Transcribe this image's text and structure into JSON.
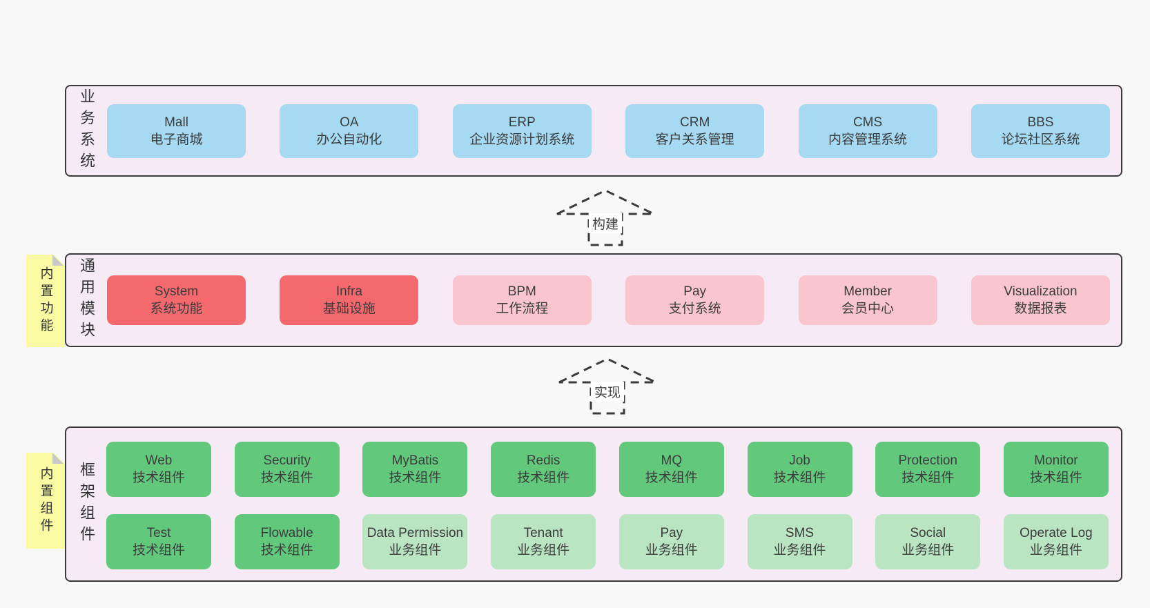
{
  "band1": {
    "label": "业务系统",
    "boxes": [
      {
        "title": "Mall",
        "subtitle": "电子商城",
        "variant": "blue"
      },
      {
        "title": "OA",
        "subtitle": "办公自动化",
        "variant": "blue"
      },
      {
        "title": "ERP",
        "subtitle": "企业资源计划系统",
        "variant": "blue"
      },
      {
        "title": "CRM",
        "subtitle": "客户关系管理",
        "variant": "blue"
      },
      {
        "title": "CMS",
        "subtitle": "内容管理系统",
        "variant": "blue"
      },
      {
        "title": "BBS",
        "subtitle": "论坛社区系统",
        "variant": "blue"
      }
    ]
  },
  "arrow1": {
    "label": "构建"
  },
  "band2": {
    "label": "通用模块",
    "sticky": "内置功能",
    "boxes": [
      {
        "title": "System",
        "subtitle": "系统功能",
        "variant": "red"
      },
      {
        "title": "Infra",
        "subtitle": "基础设施",
        "variant": "red"
      },
      {
        "title": "BPM",
        "subtitle": "工作流程",
        "variant": "pink"
      },
      {
        "title": "Pay",
        "subtitle": "支付系统",
        "variant": "pink"
      },
      {
        "title": "Member",
        "subtitle": "会员中心",
        "variant": "pink"
      },
      {
        "title": "Visualization",
        "subtitle": "数据报表",
        "variant": "pink"
      }
    ]
  },
  "arrow2": {
    "label": "实现"
  },
  "band3": {
    "label": "框架组件",
    "sticky": "内置组件",
    "row1": [
      {
        "title": "Web",
        "subtitle": "技术组件",
        "variant": "green"
      },
      {
        "title": "Security",
        "subtitle": "技术组件",
        "variant": "green"
      },
      {
        "title": "MyBatis",
        "subtitle": "技术组件",
        "variant": "green"
      },
      {
        "title": "Redis",
        "subtitle": "技术组件",
        "variant": "green"
      },
      {
        "title": "MQ",
        "subtitle": "技术组件",
        "variant": "green"
      },
      {
        "title": "Job",
        "subtitle": "技术组件",
        "variant": "green"
      },
      {
        "title": "Protection",
        "subtitle": "技术组件",
        "variant": "green"
      },
      {
        "title": "Monitor",
        "subtitle": "技术组件",
        "variant": "green"
      }
    ],
    "row2": [
      {
        "title": "Test",
        "subtitle": "技术组件",
        "variant": "green"
      },
      {
        "title": "Flowable",
        "subtitle": "技术组件",
        "variant": "green"
      },
      {
        "title": "Data Permission",
        "subtitle": "业务组件",
        "variant": "green-light"
      },
      {
        "title": "Tenant",
        "subtitle": "业务组件",
        "variant": "green-light"
      },
      {
        "title": "Pay",
        "subtitle": "业务组件",
        "variant": "green-light"
      },
      {
        "title": "SMS",
        "subtitle": "业务组件",
        "variant": "green-light"
      },
      {
        "title": "Social",
        "subtitle": "业务组件",
        "variant": "green-light"
      },
      {
        "title": "Operate Log",
        "subtitle": "业务组件",
        "variant": "green-light"
      }
    ]
  },
  "colors": {
    "page_background": "#f8f8f8",
    "band_background": "#f6ebf4",
    "band_border": "#3a3a3a",
    "business_box": "#a6d9f2",
    "core_module_box": "#f3696e",
    "optional_module_box": "#f9c5ce",
    "tech_component_box": "#62c87c",
    "biz_component_box": "#b9e5c3",
    "sticky_note": "#fafaa3",
    "sticky_fold": "#c9c9c9",
    "text": "#3c3c3c"
  }
}
